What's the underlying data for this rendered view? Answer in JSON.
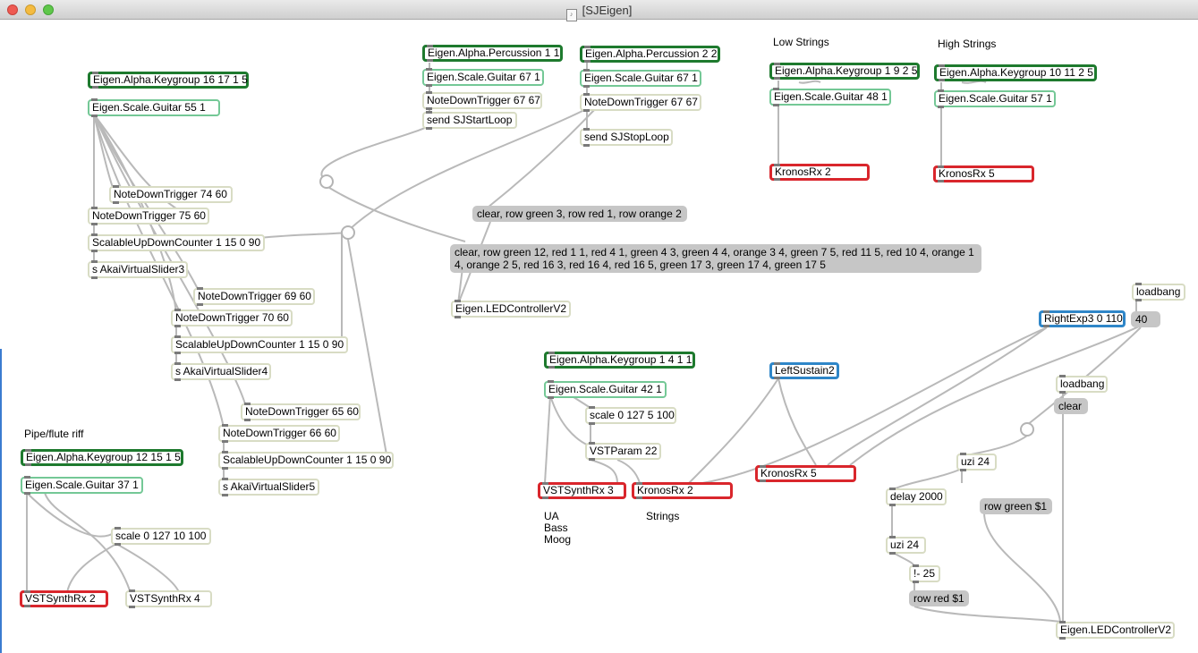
{
  "window": {
    "title": "[SJEigen]"
  },
  "colors": {
    "keygroup_border": "#1e7a2e",
    "scale_border": "#74c896",
    "synth_border": "#d9262c",
    "control_border": "#2f86c8",
    "message_fill": "#c6c6c6",
    "wire": "#b9b9b9"
  },
  "comments": {
    "low_strings": "Low Strings",
    "high_strings": "High Strings",
    "pipe_flute": "Pipe/flute riff",
    "ua_bass_moog": "UA\nBass\nMoog",
    "strings": "Strings"
  },
  "objects": {
    "keygroup_16": "Eigen.Alpha.Keygroup 16 17 1 5",
    "scale_55": "Eigen.Scale.Guitar 55 1",
    "trig_74": "NoteDownTrigger 74 60",
    "trig_75": "NoteDownTrigger 75 60",
    "counter_1": "ScalableUpDownCounter 1 15 0 90",
    "slider3": "s AkaiVirtualSlider3",
    "trig_69": "NoteDownTrigger 69 60",
    "trig_70": "NoteDownTrigger 70 60",
    "counter_2": "ScalableUpDownCounter 1 15 0 90",
    "slider4": "s AkaiVirtualSlider4",
    "trig_65": "NoteDownTrigger 65 60",
    "trig_66": "NoteDownTrigger 66 60",
    "counter_3": "ScalableUpDownCounter 1 15 0 90",
    "slider5": "s AkaiVirtualSlider5",
    "keygroup_12": "Eigen.Alpha.Keygroup 12 15 1 5",
    "scale_37": "Eigen.Scale.Guitar 37 1",
    "scale_pipe": "scale 0 127 10 100",
    "vst_rx2": "VSTSynthRx 2",
    "vst_rx4": "VSTSynthRx 4",
    "perc_1": "Eigen.Alpha.Percussion 1 1",
    "scale_67a": "Eigen.Scale.Guitar 67 1",
    "trig_67a": "NoteDownTrigger 67 67",
    "send_start": "send SJStartLoop",
    "perc_2": "Eigen.Alpha.Percussion 2 2",
    "scale_67b": "Eigen.Scale.Guitar 67 1",
    "trig_67b": "NoteDownTrigger 67 67",
    "send_stop": "send SJStopLoop",
    "led_1": "Eigen.LEDControllerV2",
    "keygroup_low": "Eigen.Alpha.Keygroup 1 9 2 5",
    "scale_48": "Eigen.Scale.Guitar 48 1",
    "kronos_low": "KronosRx 2",
    "keygroup_high": "Eigen.Alpha.Keygroup 10 11 2 5",
    "scale_57": "Eigen.Scale.Guitar 57 1",
    "kronos_high": "KronosRx 5",
    "keygroup_1411": "Eigen.Alpha.Keygroup 1 4 1 1",
    "scale_42": "Eigen.Scale.Guitar 42 1",
    "scale_5100": "scale 0 127 5 100",
    "vstparam": "VSTParam 22",
    "vst_rx3": "VSTSynthRx 3",
    "kronos_2b": "KronosRx 2",
    "left_sustain": "LeftSustain2",
    "kronos_5b": "KronosRx 5",
    "loadbang_1": "loadbang",
    "right_exp": "RightExp3 0 110",
    "loadbang_2": "loadbang",
    "uzi_1": "uzi 24",
    "delay": "delay 2000",
    "uzi_2": "uzi 24",
    "minus": "!- 25",
    "led_2": "Eigen.LEDControllerV2"
  },
  "messages": {
    "clear_short": "clear, row green 3, row red 1, row orange 2",
    "clear_long": "clear, row green 12, red 1 1, red 4 1, green 4 3, green 4 4, orange 3 4, green 7 5, red 11 5, red 10 4, orange 1 4, orange 2 5, red 16 3, red 16 4, red 16 5, green 17 3, green 17 4, green 17 5",
    "forty": "40",
    "clear": "clear",
    "row_green": "row green $1",
    "row_red": "row red $1"
  }
}
